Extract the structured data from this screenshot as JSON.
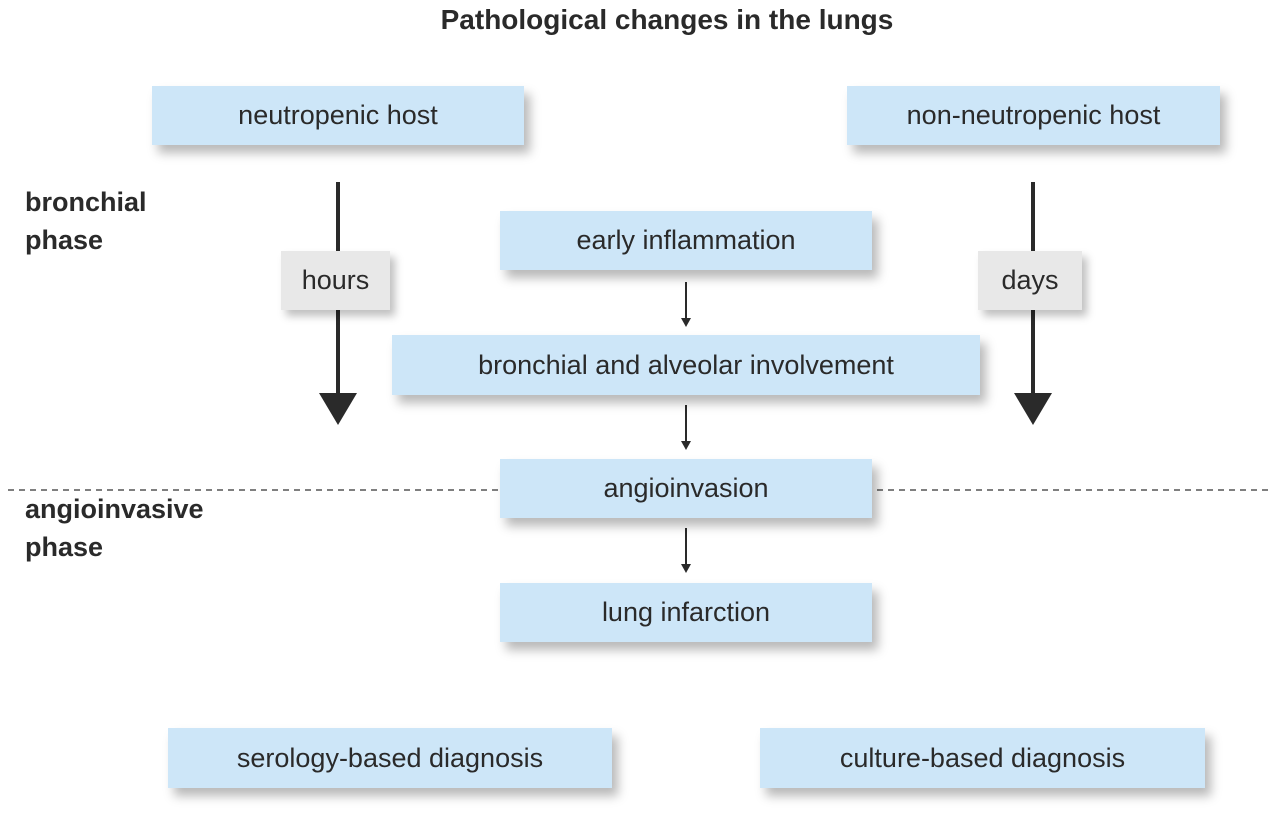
{
  "title": "Pathological  changes in the lungs",
  "phases": {
    "bronchial": [
      "bronchial",
      "phase"
    ],
    "angioinvasive": [
      "angioinvasive",
      "phase"
    ]
  },
  "hosts": {
    "left": "neutropenic host",
    "right": "non-neutropenic host"
  },
  "timescales": {
    "left": "hours",
    "right": "days"
  },
  "steps": [
    "early inflammation",
    "bronchial and alveolar involvement",
    "angioinvasion",
    "lung infarction"
  ],
  "diagnosis": {
    "left": "serology-based diagnosis",
    "right": "culture-based diagnosis"
  },
  "colors": {
    "box": "#cde6f8",
    "label_box": "#e8e8e8",
    "arrow": "#2a2a2a"
  }
}
